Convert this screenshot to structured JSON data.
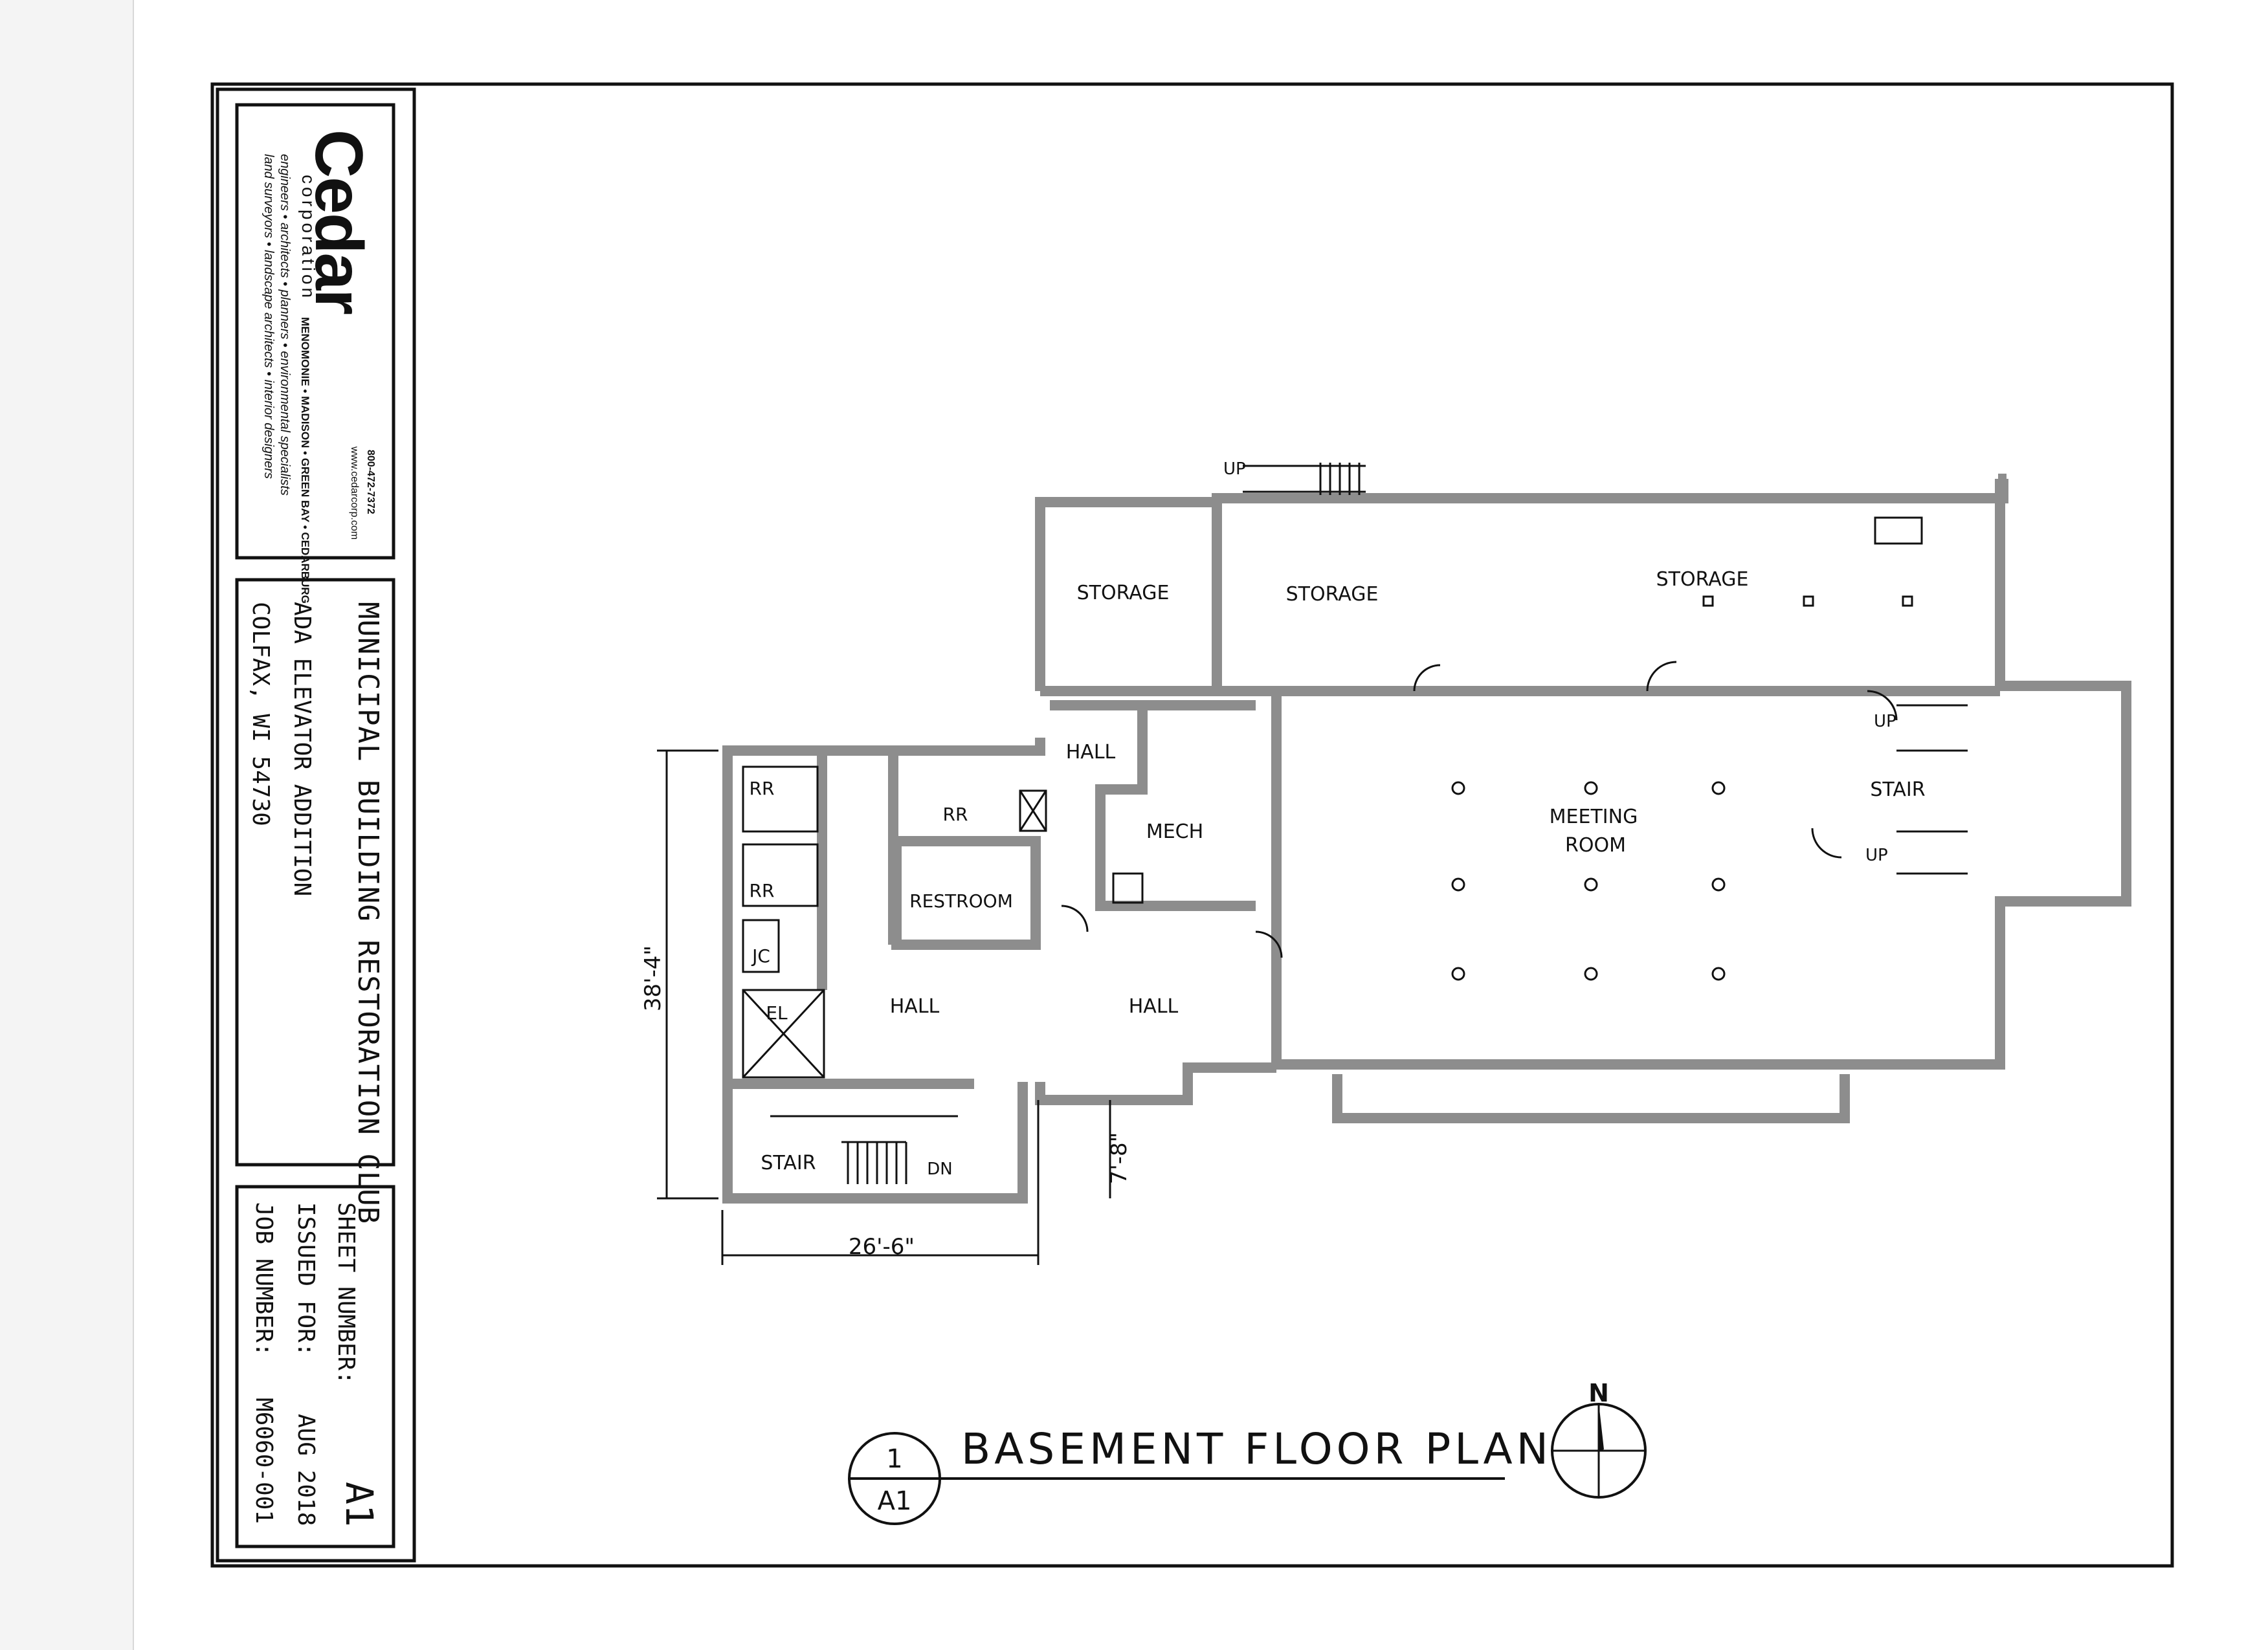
{
  "company": {
    "logo_text": "Cedar",
    "logo_sub": "corporation",
    "phone": "800-472-7372",
    "website": "www.cedarcorp.com",
    "offices": "MENOMONIE • MADISON • GREEN BAY • CEDARBURG",
    "services_line1": "engineers • architects • planners • environmental specialists",
    "services_line2": "land surveyors • landscape architects • interior designers"
  },
  "project": {
    "name": "MUNICIPAL BUILDING RESTORATION CLUB",
    "subtitle": "ADA ELEVATOR ADDITION",
    "location": "COLFAX, WI 54730"
  },
  "sheet": {
    "number_label": "SHEET NUMBER:",
    "number_value": "A1",
    "issued_label": "ISSUED FOR:",
    "issued_value": "AUG 2018",
    "job_label": "JOB NUMBER:",
    "job_value": "M6060-001"
  },
  "drawing": {
    "title": "BASEMENT FLOOR PLAN",
    "callout_number": "1",
    "callout_sheet": "A1",
    "north_label": "N"
  },
  "rooms": {
    "storage_1": "STORAGE",
    "storage_2": "STORAGE",
    "storage_3": "STORAGE",
    "meeting_line1": "MEETING",
    "meeting_line2": "ROOM",
    "stair_east": "STAIR",
    "up_top": "UP",
    "up_east_1": "UP",
    "up_east_2": "UP",
    "hall_north": "HALL",
    "mech": "MECH",
    "rr_1": "RR",
    "rr_2": "RR",
    "rr_ada": "RR",
    "restroom": "RESTROOM",
    "jc": "JC",
    "el": "EL",
    "hall_west": "HALL",
    "hall_mid": "HALL",
    "stair_south": "STAIR",
    "dn": "DN"
  },
  "dimensions": {
    "height": "38'-4\"",
    "width": "26'-6\"",
    "offset": "7'-8\""
  }
}
